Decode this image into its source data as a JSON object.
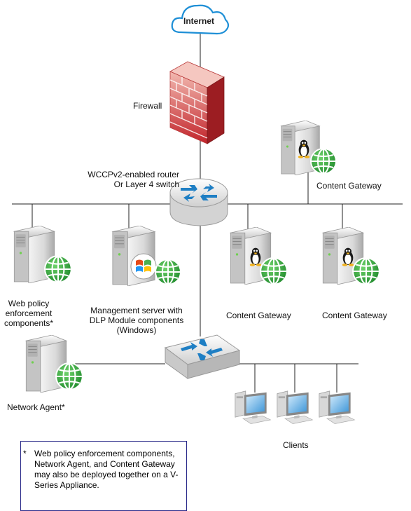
{
  "labels": {
    "internet": "Internet",
    "firewall": "Firewall",
    "router_line1": "WCCPv2-enabled router",
    "router_line2": "Or Layer 4 switch",
    "cg_top": "Content Gateway",
    "web_policy_line1": "Web policy",
    "web_policy_line2": "enforcement",
    "web_policy_line3": "components*",
    "mgmt_line1": "Management server with",
    "mgmt_line2": "DLP Module components",
    "mgmt_line3": "(Windows)",
    "cg_mid": "Content Gateway",
    "cg_right": "Content Gateway",
    "network_agent": "Network Agent*",
    "clients": "Clients"
  },
  "footnote": {
    "marker": "*",
    "text": "Web policy enforcement components, Network Agent, and Content Gateway may also be deployed together on a V-Series Appliance."
  },
  "colors": {
    "line": "#222222",
    "cloud": "#1e8fd6",
    "brick": "#c63a3a",
    "globe": "#2e9e3a",
    "arrow": "#1f7fc4",
    "footnote_border": "#2a2a8a"
  }
}
